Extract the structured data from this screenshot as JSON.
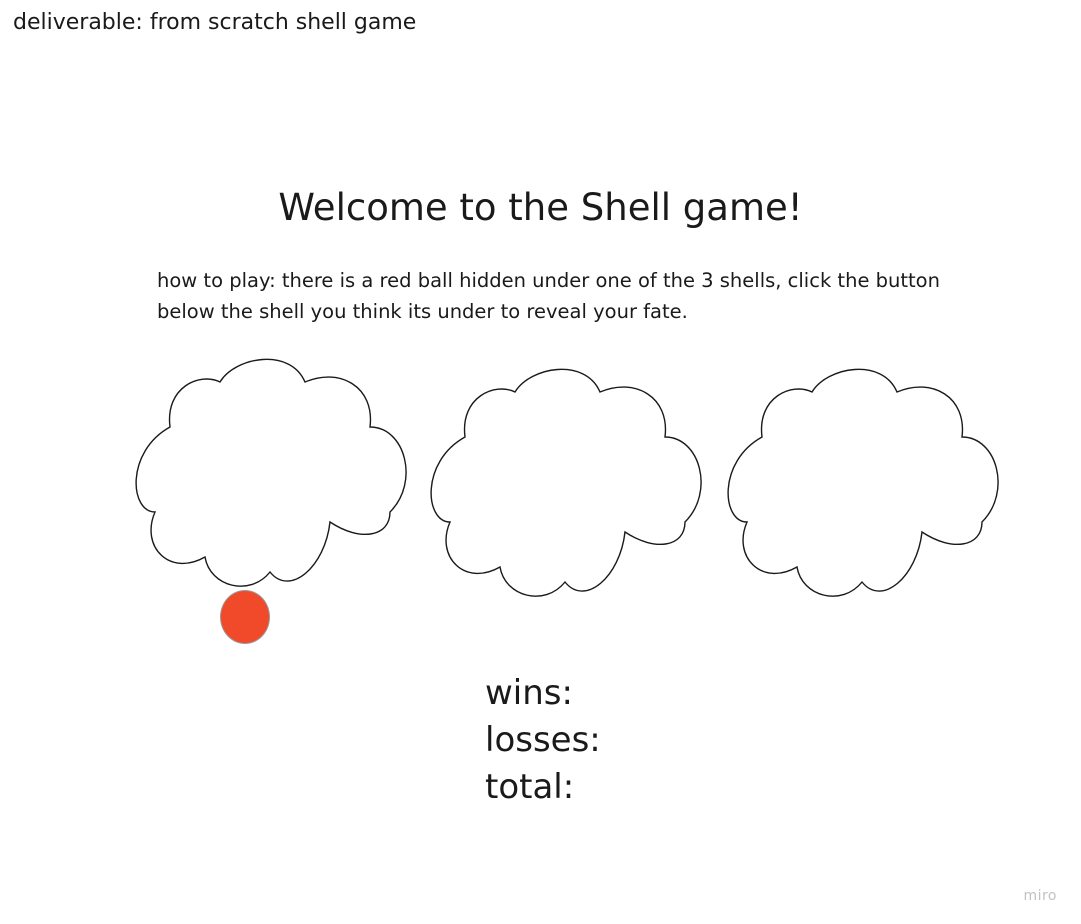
{
  "header": {
    "deliverable_text": "deliverable: from scratch shell game"
  },
  "game": {
    "title": "Welcome to the Shell game!",
    "instructions_line1": "how to play:  there is a red ball hidden under one of the 3 shells, click the button",
    "instructions_line2": "below the shell you think its under to reveal your fate.",
    "shells": [
      {
        "icon": "cloud-icon"
      },
      {
        "icon": "cloud-icon"
      },
      {
        "icon": "cloud-icon"
      }
    ],
    "ball": {
      "color": "#f04a2a",
      "under_shell": 1
    }
  },
  "score": {
    "wins_label": "wins:",
    "losses_label": "losses:",
    "total_label": "total:"
  },
  "watermark": {
    "text": "miro"
  }
}
